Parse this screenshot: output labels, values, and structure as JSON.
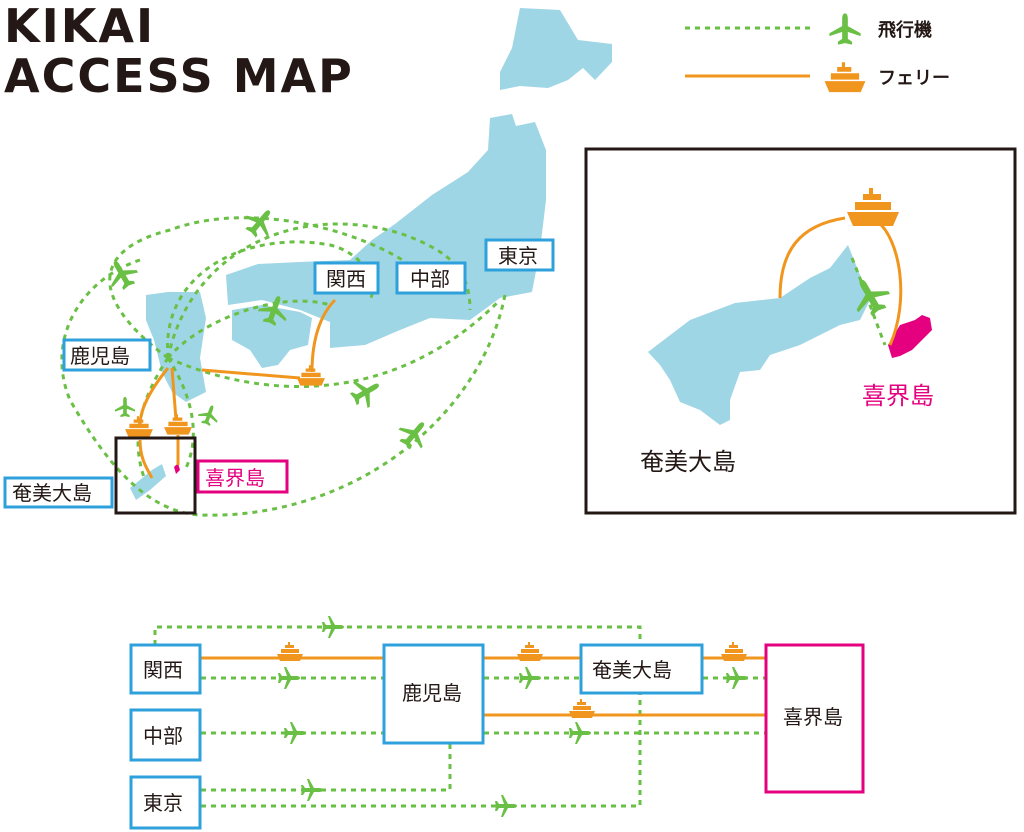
{
  "title": {
    "line1": "KIKAI",
    "line2": "ACCESS  MAP"
  },
  "legend": {
    "airplane_label": "飛行機",
    "ferry_label": "フェリー"
  },
  "map": {
    "labels": {
      "kagoshima": "鹿児島",
      "kansai": "関西",
      "chubu": "中部",
      "tokyo": "東京",
      "amami": "奄美大島",
      "kikai": "喜界島"
    }
  },
  "inset": {
    "kikai": "喜界島",
    "amami": "奄美大島"
  },
  "diagram": {
    "kansai": "関西",
    "chubu": "中部",
    "tokyo": "東京",
    "kagoshima": "鹿児島",
    "amami": "奄美大島",
    "kikai": "喜界島"
  },
  "colors": {
    "air": "#6abf45",
    "ferry": "#f0961e",
    "land": "#9fd6e6",
    "kikai": "#e4007f",
    "box": "#2ea0db"
  }
}
